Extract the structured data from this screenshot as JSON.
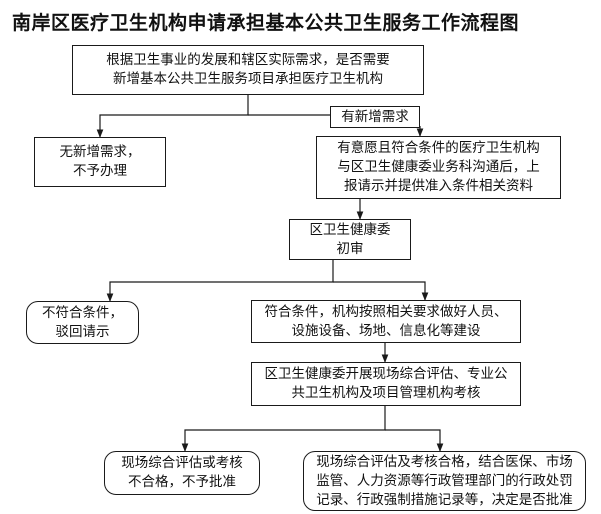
{
  "title": "南岸区医疗卫生机构申请承担基本公共卫生服务工作流程图",
  "boxes": {
    "start": [
      "根据卫生事业的发展和辖区实际需求，是否需要",
      "新增基本公共卫生服务项目承担医疗卫生机构"
    ],
    "new_demand": [
      "有新增需求"
    ],
    "no_demand": [
      "无新增需求，",
      "不予办理"
    ],
    "apply": [
      "有意愿且符合条件的医疗卫生机构",
      "与区卫生健康委业务科沟通后，上",
      "报请示并提供准入条件相关资料"
    ],
    "initial_review": [
      "区卫生健康委",
      "初审"
    ],
    "not_qualified": [
      "不符合条件，",
      "驳回请示"
    ],
    "qualified": [
      "符合条件，机构按照相关要求做好人员、",
      "设施设备、场地、信息化等建设"
    ],
    "assessment": [
      "区卫生健康委开展现场综合评估、专业公",
      "共卫生机构及项目管理机构考核"
    ],
    "fail": [
      "现场综合评估或考核",
      "不合格，不予批准"
    ],
    "pass": [
      "现场综合评估及考核合格，结合医保、市场",
      "监管、人力资源等行政管理部门的行政处罚",
      "记录、行政强制措施记录等，决定是否批准"
    ]
  },
  "colors": {
    "line": "#1a1a1a",
    "border": "#1a1a1a",
    "background": "#ffffff"
  }
}
